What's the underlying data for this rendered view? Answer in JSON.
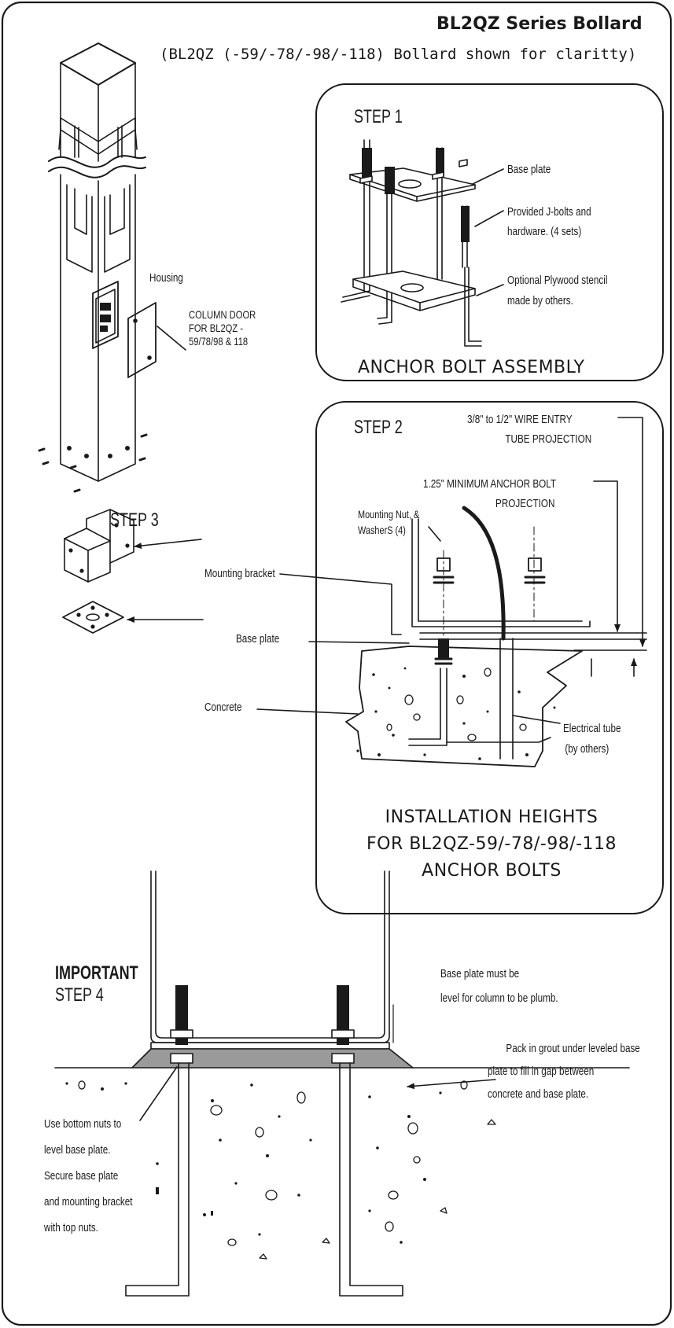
{
  "title": "BL2QZ Series Bollard",
  "subtitle": "(BL2QZ (-59/-78/-98/-118) Bollard shown for claritty)",
  "housing_label": "Housing",
  "column_door_label": [
    "COLUMN DOOR",
    "FOR BL2QZ -",
    "59/78/98 & 118"
  ],
  "step1": {
    "heading": "STEP 1",
    "caption": "ANCHOR BOLT ASSEMBLY",
    "callouts": {
      "base_plate": "Base plate",
      "j_bolts": [
        "Provided J-bolts and",
        "hardware. (4 sets)"
      ],
      "stencil": [
        "Optional Plywood stencil",
        "made by others."
      ]
    }
  },
  "step2": {
    "heading": "STEP 2",
    "caption": [
      "INSTALLATION HEIGHTS",
      "FOR BL2QZ-59/-78/-98/-118",
      "ANCHOR BOLTS"
    ],
    "callouts": {
      "wire_entry": [
        "3/8\" to 1/2\" WIRE ENTRY",
        "TUBE PROJECTION"
      ],
      "anchor_bolt": [
        "1.25\" MINIMUM ANCHOR BOLT",
        "PROJECTION"
      ],
      "mounting_nut": [
        "Mounting Nut, &",
        "WasherS (4)"
      ],
      "electrical_tube": [
        "Electrical tube",
        "(by others)"
      ]
    }
  },
  "step3": {
    "heading": "STEP 3",
    "callouts": {
      "mounting_bracket": "Mounting bracket",
      "base_plate": "Base plate",
      "concrete": "Concrete"
    }
  },
  "step4": {
    "heading_important": "IMPORTANT",
    "heading": "STEP 4",
    "callouts": {
      "level_plate": [
        "Base plate must be",
        "level for column to be plumb."
      ],
      "grout": [
        "Pack in grout under leveled base",
        "plate to fill in gap between",
        "concrete and base plate."
      ],
      "bottom_nuts": [
        "Use bottom nuts to",
        "level base plate.",
        "Secure base plate",
        "and mounting bracket",
        "with top nuts."
      ]
    }
  },
  "colors": {
    "ink": "#1a1a1a",
    "grout": "#9a9a9a",
    "paper": "#ffffff"
  }
}
